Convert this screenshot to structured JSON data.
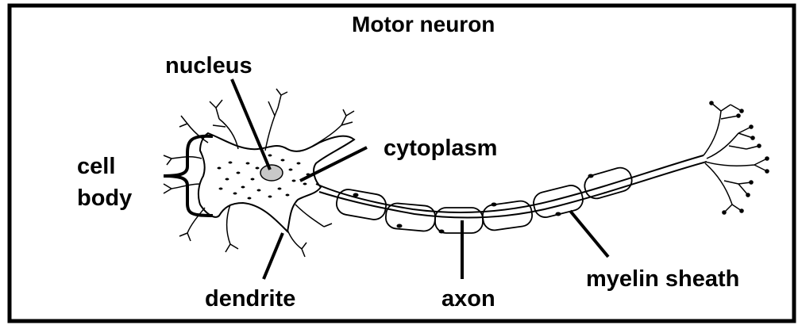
{
  "title": "Motor neuron",
  "labels": {
    "nucleus": "nucleus",
    "cytoplasm": "cytoplasm",
    "cell_body_line1": "cell",
    "cell_body_line2": "body",
    "dendrite": "dendrite",
    "axon": "axon",
    "myelin_sheath": "myelin sheath"
  },
  "colors": {
    "line": "#000000",
    "nucleus_fill": "#c8c8c8",
    "background": "#ffffff"
  }
}
